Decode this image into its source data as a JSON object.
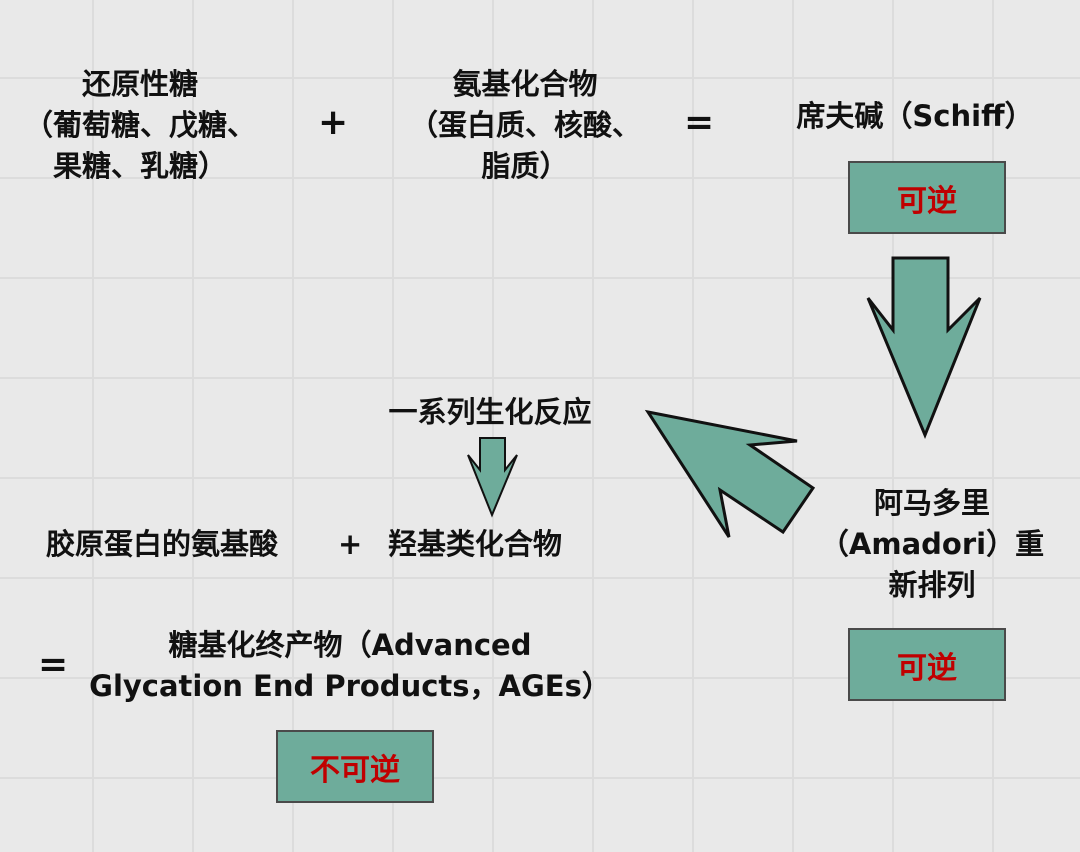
{
  "reactants": {
    "sugar": [
      "还原性糖",
      "（葡萄糖、戊糖、",
      "果糖、乳糖）"
    ],
    "plus": "+",
    "amino": [
      "氨基化合物",
      "（蛋白质、核酸、",
      "脂质）"
    ],
    "equals": "="
  },
  "schiff": {
    "label": "席夫碱（Schiff）",
    "badge": "可逆"
  },
  "amadori": {
    "label": [
      "阿马多里",
      "（Amadori）重",
      "新排列"
    ],
    "badge": "可逆"
  },
  "reactions": {
    "label": "一系列生化反应"
  },
  "collagen": {
    "left": "胶原蛋白的氨基酸",
    "plus": "+",
    "right": "羟基类化合物"
  },
  "ages": {
    "equals": "=",
    "label": [
      "糖基化终产物（Advanced",
      "Glycation End Products，AGEs）"
    ],
    "badge": "不可逆"
  },
  "colors": {
    "arrow": "#6eac9b",
    "badge_text": "#c00000",
    "grid": "#dcdcdc"
  }
}
